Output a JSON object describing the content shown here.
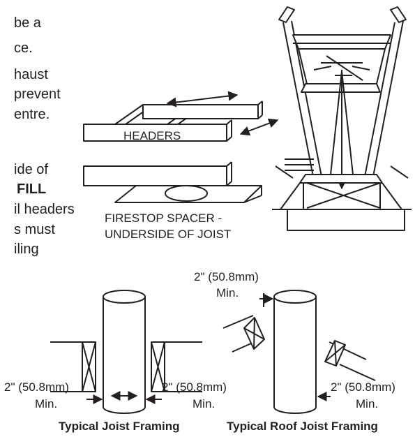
{
  "text_fragments": [
    "be a",
    "ce.",
    "haust",
    "prevent",
    "entre.",
    "ide of",
    "FILL",
    "il headers",
    "s must",
    "iling"
  ],
  "labels": {
    "headers": "HEADERS",
    "firestop_line1": "FIRESTOP SPACER -",
    "firestop_line2": "UNDERSIDE OF JOIST"
  },
  "joist_framing": {
    "caption": "Typical Joist Framing",
    "left_dim": "2\" (50.8mm)",
    "left_min": "Min.",
    "right_dim": "2\" (50.8mm)",
    "right_min": "Min."
  },
  "roof_joist_framing": {
    "caption": "Typical Roof Joist Framing",
    "top_dim": "2\" (50.8mm)",
    "top_min": "Min.",
    "bottom_dim": "2\" (50.8mm)",
    "bottom_min": "Min."
  },
  "colors": {
    "ink": "#231f20",
    "background": "#ffffff"
  }
}
